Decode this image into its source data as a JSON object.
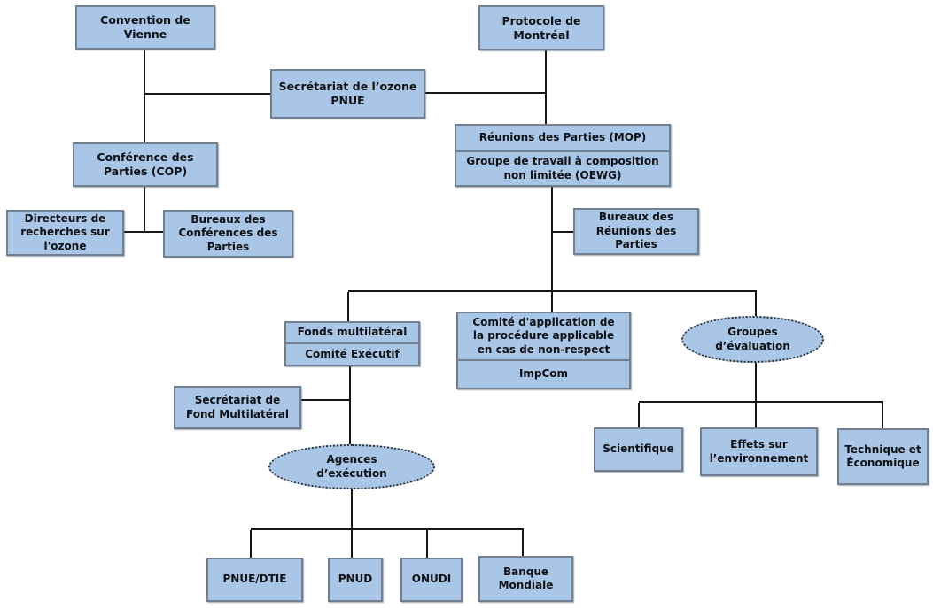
{
  "diagram_type": "organigramme",
  "language": "fr",
  "colors": {
    "background": "#ffffff",
    "node_fill": "#a9c6e6",
    "node_border": "#708092",
    "connector": "#161616",
    "text": "#0e1014"
  },
  "nodes": {
    "convention_vienne": "Convention de\nVienne",
    "protocole_montreal": "Protocole de\nMontréal",
    "secretariat_ozone": "Secrétariat de l’ozone\nPNUE",
    "conference_parties": "Conférence des\nParties (COP)",
    "reunions_parties": {
      "top": "Réunions des Parties (MOP)",
      "bottom": "Groupe de travail à composition\nnon limitée (OEWG)"
    },
    "directeurs_recherches": "Directeurs de\nrecherches sur\nl'ozone",
    "bureaux_conferences": "Bureaux des\nConférences des\nParties",
    "bureaux_reunions": "Bureaux des\nRéunions des\nParties",
    "fonds_multilateral": {
      "top": "Fonds multilatéral",
      "bottom": "Comité Exécutif"
    },
    "comite_application": {
      "top": "Comité d'application de\nla procédure applicable\nen cas de non-respect",
      "bottom": "ImpCom"
    },
    "groupes_evaluation": "Groupes\nd’évaluation",
    "secretariat_fond": "Secrétariat de\nFond Multilatéral",
    "agences_execution": "Agences\nd’exécution",
    "scientifique": "Scientifique",
    "effets_environnement": "Effets sur\nl’environnement",
    "technique_economique": "Technique et\nÉconomique",
    "pnue_dtie": "PNUE/DTIE",
    "pnud": "PNUD",
    "onudi": "ONUDI",
    "banque_mondiale": "Banque\nMondiale"
  },
  "edges": [
    {
      "from": "convention_vienne",
      "to": "conference_parties"
    },
    {
      "from": "convention_vienne",
      "to": "secretariat_ozone"
    },
    {
      "from": "protocole_montreal",
      "to": "secretariat_ozone"
    },
    {
      "from": "protocole_montreal",
      "to": "reunions_parties"
    },
    {
      "from": "conference_parties",
      "to": "directeurs_recherches"
    },
    {
      "from": "conference_parties",
      "to": "bureaux_conferences"
    },
    {
      "from": "reunions_parties",
      "to": "bureaux_reunions"
    },
    {
      "from": "reunions_parties",
      "to": "fonds_multilateral"
    },
    {
      "from": "reunions_parties",
      "to": "comite_application"
    },
    {
      "from": "reunions_parties",
      "to": "groupes_evaluation"
    },
    {
      "from": "fonds_multilateral",
      "to": "secretariat_fond"
    },
    {
      "from": "fonds_multilateral",
      "to": "agences_execution"
    },
    {
      "from": "groupes_evaluation",
      "to": "scientifique"
    },
    {
      "from": "groupes_evaluation",
      "to": "effets_environnement"
    },
    {
      "from": "groupes_evaluation",
      "to": "technique_economique"
    },
    {
      "from": "agences_execution",
      "to": "pnue_dtie"
    },
    {
      "from": "agences_execution",
      "to": "pnud"
    },
    {
      "from": "agences_execution",
      "to": "onudi"
    },
    {
      "from": "agences_execution",
      "to": "banque_mondiale"
    }
  ]
}
